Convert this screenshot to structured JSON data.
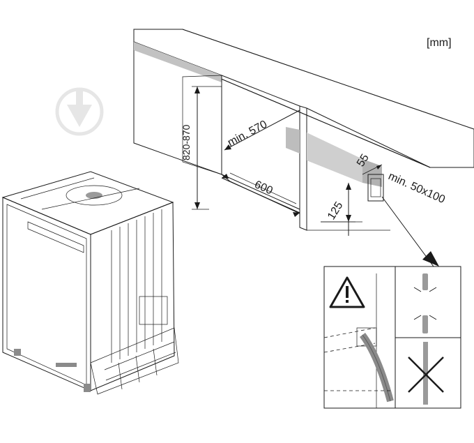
{
  "diagram": {
    "unit_label": "[mm]",
    "dimensions": {
      "niche_height": "820-870",
      "niche_depth": "min. 570",
      "niche_width": "600",
      "plinth_height": "125",
      "plinth_depth": "55",
      "opening": "min. 50x100"
    },
    "inset": {
      "warning_icon": "warning-triangle-icon",
      "correct_icon": "pipe-ok-icon",
      "wrong_icon": "cross-icon"
    },
    "colors": {
      "cabinet_face": "#d9d9d9",
      "cabinet_shadow": "#b5b5b5",
      "appliance": "#c9c9c9",
      "appliance_dark": "#8a8a8a",
      "pipe": "#9a9a9a",
      "watermark": "#e6e6e6"
    }
  }
}
